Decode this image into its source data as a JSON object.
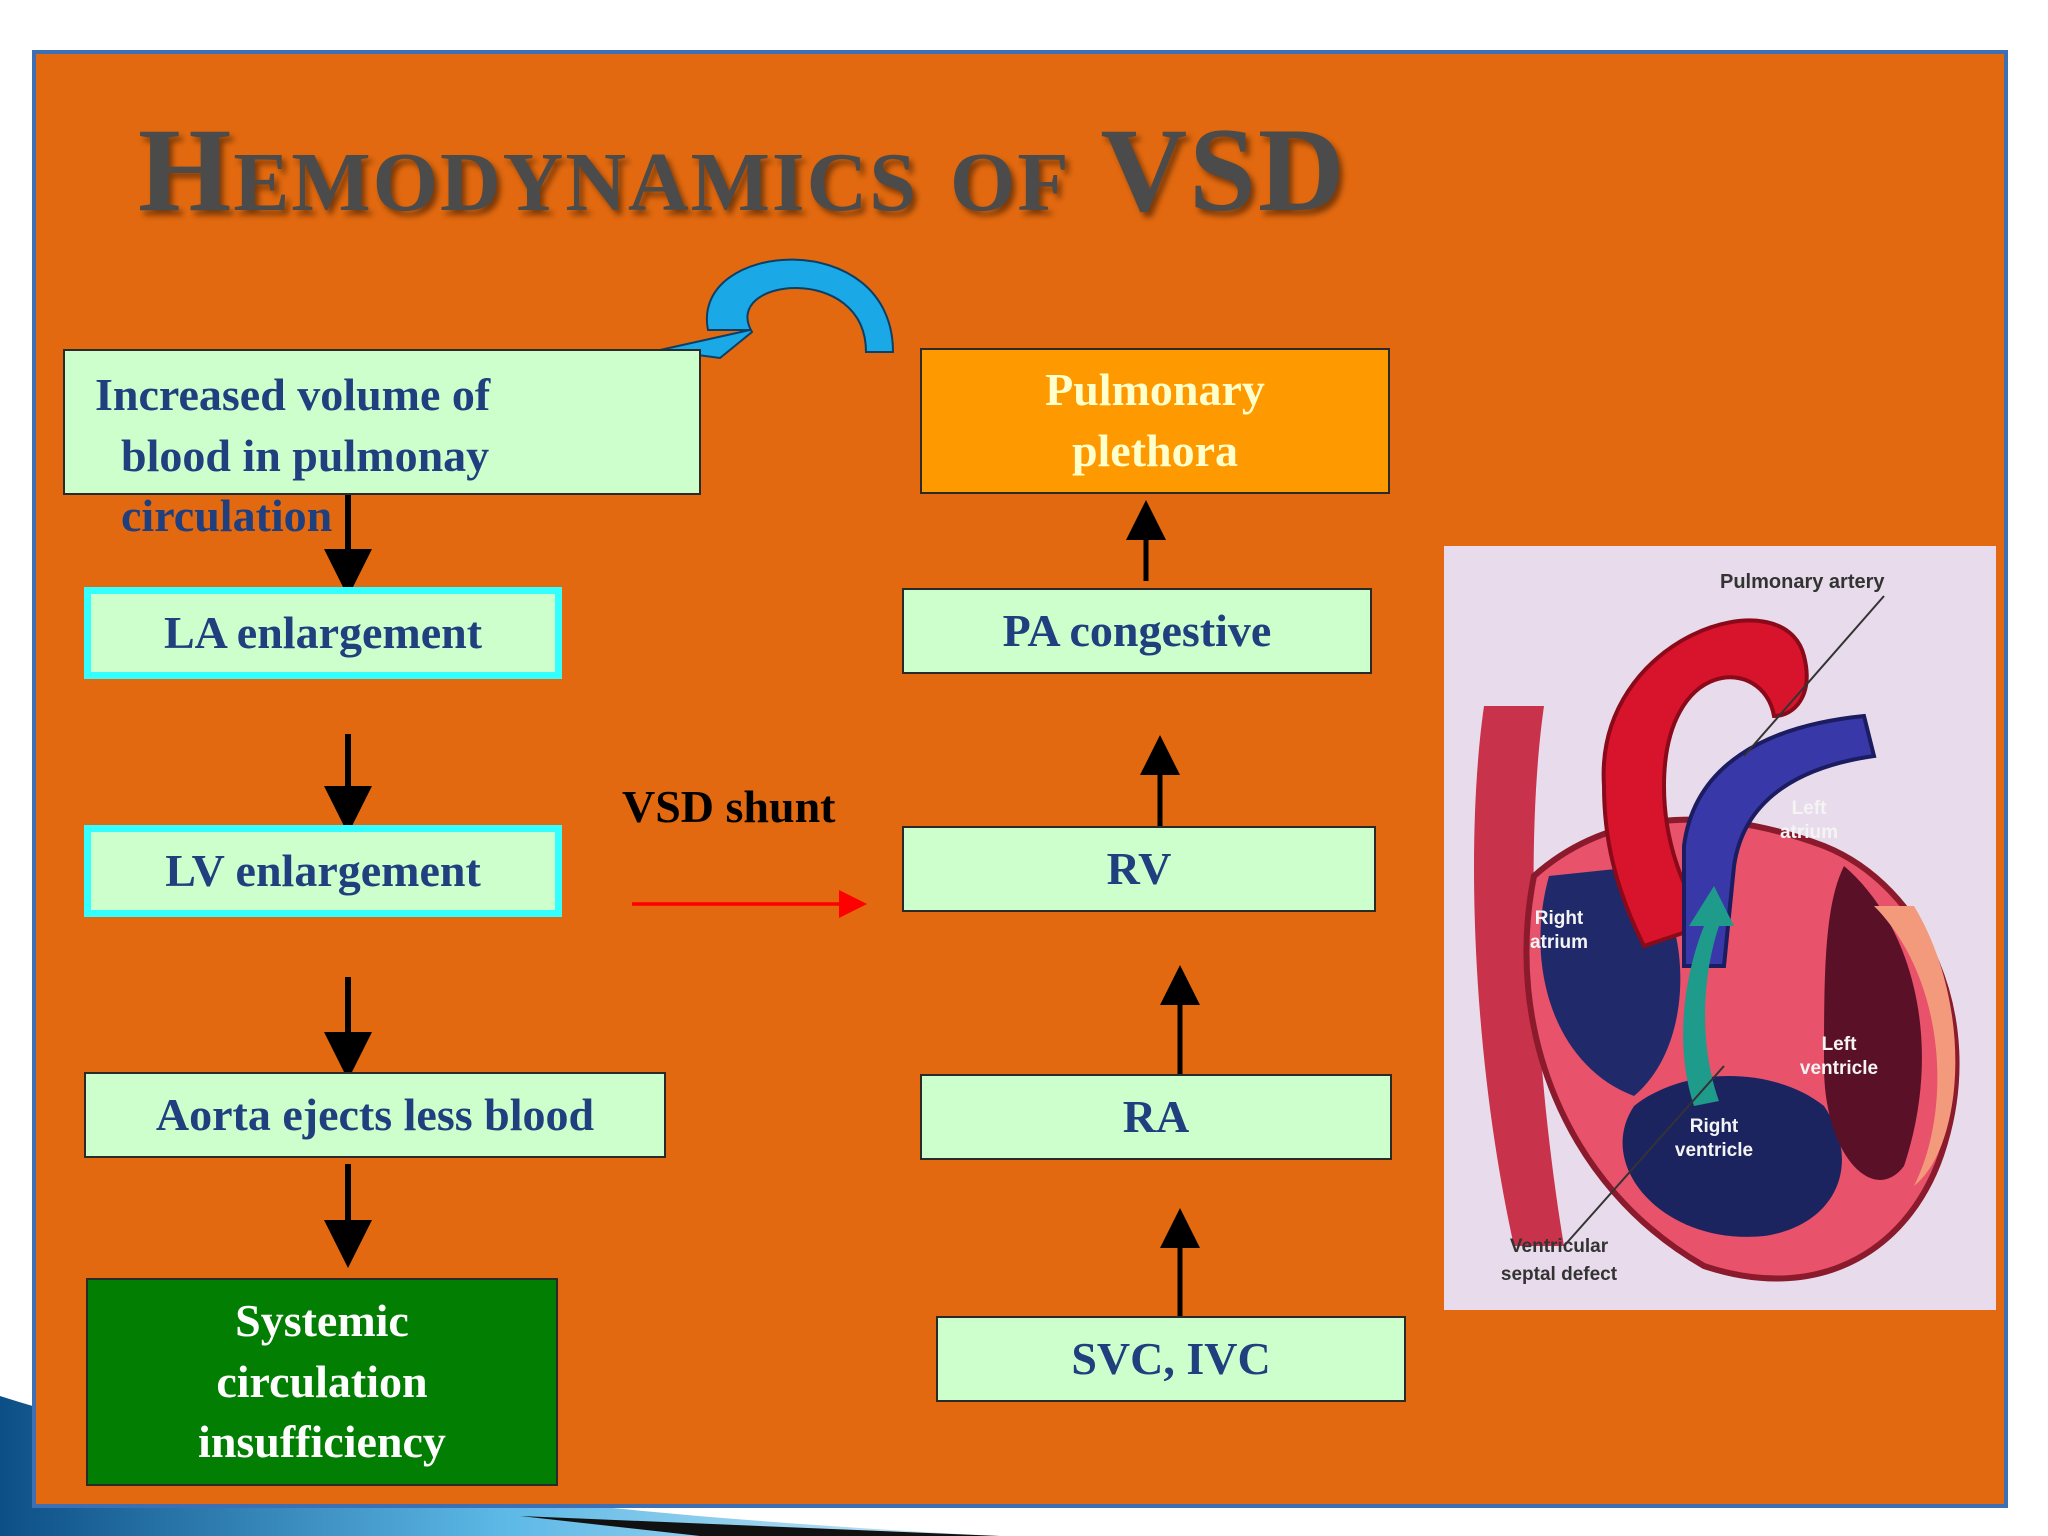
{
  "slide": {
    "title": "Hemodynamics of VSD",
    "colors": {
      "background": "#e2690f",
      "frame": "#3c6fb4",
      "box_fill": "#ccffcc",
      "box_text": "#1f3f7f",
      "cyan_border": "#33ffff",
      "green_box": "#027f02",
      "orange_box": "#ff9900",
      "shunt_arrow": "#ff0000",
      "swirl_arrow": "#1ba8e6"
    }
  },
  "left_chain": {
    "increased_volume": {
      "line1": "Increased volume of",
      "line2": "blood in pulmonay",
      "line3": "circulation"
    },
    "la": "LA enlargement",
    "lv": "LV enlargement",
    "aorta": "Aorta ejects less blood",
    "systemic": {
      "line1": "Systemic",
      "line2": "circulation",
      "line3": "insufficiency"
    }
  },
  "right_chain": {
    "pulmonary": {
      "line1": "Pulmonary",
      "line2": "plethora"
    },
    "pa": "PA congestive",
    "rv": "RV",
    "ra": "RA",
    "svc_ivc": "SVC, IVC"
  },
  "shunt_label": "VSD shunt",
  "heart_labels": {
    "pulmonary_artery": "Pulmonary artery",
    "left_atrium": {
      "line1": "Left",
      "line2": "atrium"
    },
    "right_atrium": {
      "line1": "Right",
      "line2": "atrium"
    },
    "left_ventricle": {
      "line1": "Left",
      "line2": "ventricle"
    },
    "right_ventricle": {
      "line1": "Right",
      "line2": "ventricle"
    },
    "vsd": {
      "line1": "Ventricular",
      "line2": "septal defect"
    }
  }
}
